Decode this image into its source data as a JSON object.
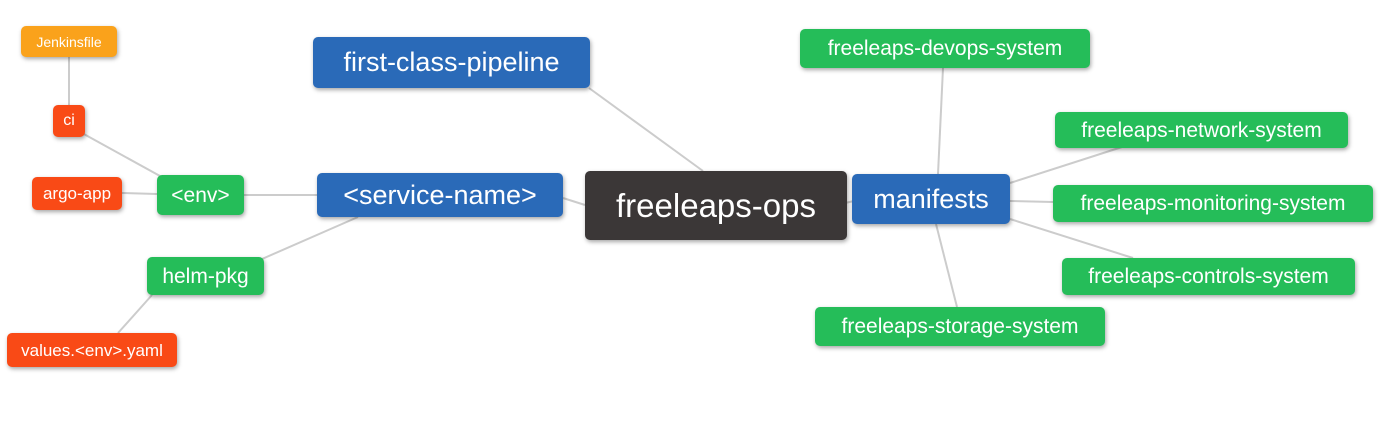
{
  "diagram": {
    "background": "#ffffff",
    "edge_color": "#cccccc",
    "text_color": "#ffffff",
    "palette": {
      "root_dark": "#3b3737",
      "branch_blue": "#2a6ab8",
      "leaf_green": "#25bd59",
      "leaf_red": "#f94a16",
      "leaf_amber": "#faa21b"
    },
    "nodes": {
      "freeleaps_ops": {
        "label": "freeleaps-ops",
        "color": "#3b3737"
      },
      "first_class_pipeline": {
        "label": "first-class-pipeline",
        "color": "#2a6ab8"
      },
      "service_name": {
        "label": "<service-name>",
        "color": "#2a6ab8"
      },
      "manifests": {
        "label": "manifests",
        "color": "#2a6ab8"
      },
      "env": {
        "label": "<env>",
        "color": "#25bd59"
      },
      "helm_pkg": {
        "label": "helm-pkg",
        "color": "#25bd59"
      },
      "jenkinsfile": {
        "label": "Jenkinsfile",
        "color": "#faa21b"
      },
      "ci": {
        "label": "ci",
        "color": "#f94a16"
      },
      "argo_app": {
        "label": "argo-app",
        "color": "#f94a16"
      },
      "values_env_yaml": {
        "label": "values.<env>.yaml",
        "color": "#f94a16"
      },
      "devops_system": {
        "label": "freeleaps-devops-system",
        "color": "#25bd59"
      },
      "network_system": {
        "label": "freeleaps-network-system",
        "color": "#25bd59"
      },
      "monitoring_system": {
        "label": "freeleaps-monitoring-system",
        "color": "#25bd59"
      },
      "controls_system": {
        "label": "freeleaps-controls-system",
        "color": "#25bd59"
      },
      "storage_system": {
        "label": "freeleaps-storage-system",
        "color": "#25bd59"
      }
    },
    "edges": [
      {
        "from": "jenkinsfile",
        "to": "ci"
      },
      {
        "from": "ci",
        "to": "env"
      },
      {
        "from": "argo_app",
        "to": "env"
      },
      {
        "from": "env",
        "to": "service_name"
      },
      {
        "from": "helm_pkg",
        "to": "service_name"
      },
      {
        "from": "values_env_yaml",
        "to": "helm_pkg"
      },
      {
        "from": "first_class_pipeline",
        "to": "freeleaps_ops"
      },
      {
        "from": "service_name",
        "to": "freeleaps_ops"
      },
      {
        "from": "freeleaps_ops",
        "to": "manifests"
      },
      {
        "from": "manifests",
        "to": "devops_system"
      },
      {
        "from": "manifests",
        "to": "network_system"
      },
      {
        "from": "manifests",
        "to": "monitoring_system"
      },
      {
        "from": "manifests",
        "to": "controls_system"
      },
      {
        "from": "manifests",
        "to": "storage_system"
      }
    ]
  }
}
